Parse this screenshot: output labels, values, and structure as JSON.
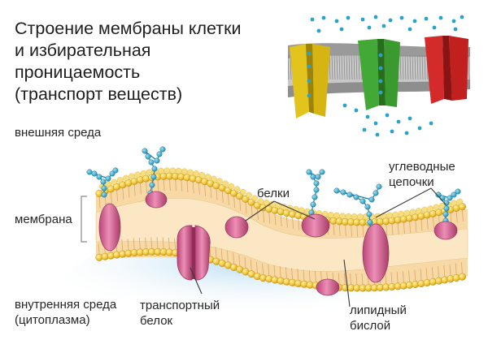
{
  "title": {
    "lines": [
      "Строение мембраны клетки",
      "и избирательная",
      "проницаемость",
      "(транспорт веществ)"
    ]
  },
  "labels": {
    "outer_env": "внешняя среда",
    "membrane": "мембрана",
    "inner_env": [
      "внутренняя среда",
      "(цитоплазма)"
    ],
    "proteins": "белки",
    "carbohydrate_chains": [
      "углеводные",
      "цепочки"
    ],
    "transport_protein": [
      "транспортный",
      "белок"
    ],
    "lipid_bilayer": [
      "липидный",
      "бислой"
    ]
  },
  "colors": {
    "cytoplasm_tint": "#cfe6f5",
    "membrane_band": "#f8d9a6",
    "lipid_head": "#f3c73f",
    "protein": "#d8689a",
    "carbohydrate": "#2aa3c9",
    "channel_yellow": "#e2c41d",
    "channel_green": "#43a936",
    "channel_red": "#d42a2a",
    "pointer_line": "#3a3a3a"
  },
  "icons": {
    "carbohydrate_chain": "beaded-chain-icon",
    "protein": "protein-blob-icon",
    "ion": "dot-icon"
  }
}
